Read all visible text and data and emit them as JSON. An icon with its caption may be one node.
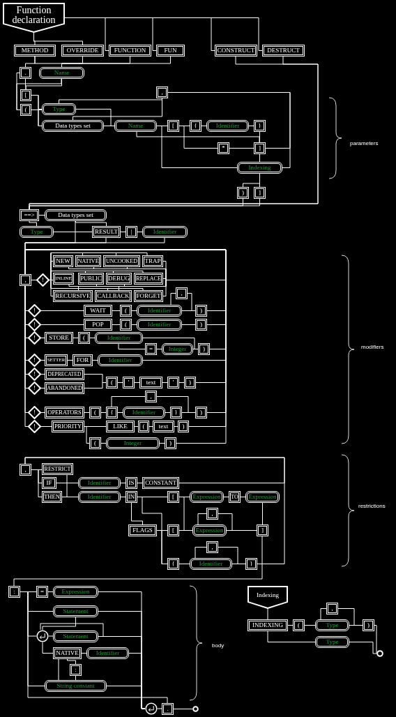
{
  "diagram": {
    "nodes": [
      {
        "text": [
          "Function declaration"
        ]
      },
      {
        "text": [
          "METHOD"
        ]
      },
      {
        "text": [
          "OVERRIDE"
        ]
      },
      {
        "text": [
          "FUNCTION"
        ]
      },
      {
        "text": [
          "FUN"
        ]
      },
      {
        "text": [
          "CONSTRUCT"
        ]
      },
      {
        "text": [
          "DESTRUCT"
        ]
      },
      {
        "text": [
          "."
        ]
      },
      {
        "text": [
          "Name"
        ]
      },
      {
        "text": [
          "["
        ]
      },
      {
        "text": [
          "("
        ]
      },
      {
        "text": [
          ","
        ]
      },
      {
        "text": [
          "Type"
        ]
      },
      {
        "text": [
          "Data types set"
        ]
      },
      {
        "text": [
          "Name"
        ]
      },
      {
        "text": [
          "["
        ]
      },
      {
        "text": [
          "{"
        ]
      },
      {
        "text": [
          "Identifier"
        ]
      },
      {
        "text": [
          "}"
        ]
      },
      {
        "text": [
          "*"
        ]
      },
      {
        "text": [
          "]"
        ]
      },
      {
        "text": [
          "Indexing"
        ]
      },
      {
        "text": [
          ")"
        ]
      },
      {
        "text": [
          "]"
        ]
      },
      {
        "text": [
          "==>"
        ]
      },
      {
        "text": [
          "Data types set"
        ]
      },
      {
        "text": [
          "Type"
        ]
      },
      {
        "text": [
          "RESULT"
        ]
      },
      {
        "text": [
          "|"
        ]
      },
      {
        "text": [
          "Identifier"
        ]
      },
      {
        "text": [
          ","
        ]
      },
      {
        "text": [
          "!"
        ]
      },
      {
        "text": [
          "NEW"
        ]
      },
      {
        "text": [
          "NATIVE"
        ]
      },
      {
        "text": [
          "UNCOOKED"
        ]
      },
      {
        "text": [
          "TRAP"
        ]
      },
      {
        "text": [
          "INLINE"
        ]
      },
      {
        "text": [
          "PUBLIC"
        ]
      },
      {
        "text": [
          "DEBUG"
        ]
      },
      {
        "text": [
          "REPLACE"
        ]
      },
      {
        "text": [
          "RECURSIVE"
        ]
      },
      {
        "text": [
          "CALLBACK"
        ]
      },
      {
        "text": [
          "FORGET"
        ]
      },
      {
        "text": [
          "!"
        ]
      },
      {
        "text": [
          "WAIT"
        ]
      },
      {
        "text": [
          "("
        ]
      },
      {
        "text": [
          "Identifier"
        ]
      },
      {
        "text": [
          ","
        ]
      },
      {
        "text": [
          ")"
        ]
      },
      {
        "text": [
          "!"
        ]
      },
      {
        "text": [
          "POP"
        ]
      },
      {
        "text": [
          "("
        ]
      },
      {
        "text": [
          "Identifier"
        ]
      },
      {
        "text": [
          ")"
        ]
      },
      {
        "text": [
          "!"
        ]
      },
      {
        "text": [
          "STORE"
        ]
      },
      {
        "text": [
          "("
        ]
      },
      {
        "text": [
          "Identifier"
        ]
      },
      {
        "text": [
          "="
        ]
      },
      {
        "text": [
          "Integer"
        ]
      },
      {
        "text": [
          ")"
        ]
      },
      {
        "text": [
          "!"
        ]
      },
      {
        "text": [
          "SETTER"
        ]
      },
      {
        "text": [
          "FOR"
        ]
      },
      {
        "text": [
          "Identifier"
        ]
      },
      {
        "text": [
          "!"
        ]
      },
      {
        "text": [
          "DEPRECATED"
        ]
      },
      {
        "text": [
          "!"
        ]
      },
      {
        "text": [
          "ABANDONED"
        ]
      },
      {
        "text": [
          "("
        ]
      },
      {
        "text": [
          "'"
        ]
      },
      {
        "text": [
          "text"
        ]
      },
      {
        "text": [
          "'"
        ]
      },
      {
        "text": [
          ")"
        ]
      },
      {
        "text": [
          "!"
        ]
      },
      {
        "text": [
          "OPERATORS"
        ]
      },
      {
        "text": [
          "("
        ]
      },
      {
        "text": [
          "{"
        ]
      },
      {
        "text": [
          "Identifier"
        ]
      },
      {
        "text": [
          "}"
        ]
      },
      {
        "text": [
          ","
        ]
      },
      {
        "text": [
          ")"
        ]
      },
      {
        "text": [
          "!"
        ]
      },
      {
        "text": [
          "PRIORITY"
        ]
      },
      {
        "text": [
          "LIKE"
        ]
      },
      {
        "text": [
          "("
        ]
      },
      {
        "text": [
          "text"
        ]
      },
      {
        "text": [
          ")"
        ]
      },
      {
        "text": [
          "("
        ]
      },
      {
        "text": [
          "Integer"
        ]
      },
      {
        "text": [
          ")"
        ]
      },
      {
        "text": [
          ","
        ]
      },
      {
        "text": [
          "RESTRICT"
        ]
      },
      {
        "text": [
          "IF"
        ]
      },
      {
        "text": [
          "THEN"
        ]
      },
      {
        "text": [
          "Identifier"
        ]
      },
      {
        "text": [
          "IS"
        ]
      },
      {
        "text": [
          "CONSTANT"
        ]
      },
      {
        "text": [
          "Identifier"
        ]
      },
      {
        "text": [
          "IN"
        ]
      },
      {
        "text": [
          "["
        ]
      },
      {
        "text": [
          "Expression"
        ]
      },
      {
        "text": [
          "TO"
        ]
      },
      {
        "text": [
          "Expression"
        ]
      },
      {
        "text": [
          ","
        ]
      },
      {
        "text": [
          "FLAGS"
        ]
      },
      {
        "text": [
          "["
        ]
      },
      {
        "text": [
          "Expression"
        ]
      },
      {
        "text": [
          "]"
        ]
      },
      {
        "text": [
          ","
        ]
      },
      {
        "text": [
          "{"
        ]
      },
      {
        "text": [
          "Identifier"
        ]
      },
      {
        "text": [
          "}"
        ]
      },
      {
        "text": [
          ":"
        ]
      },
      {
        "text": [
          "="
        ]
      },
      {
        "text": [
          "Expression"
        ]
      },
      {
        "text": [
          "Statement"
        ]
      },
      {
        "text": [],
        "shape": "circle"
      },
      {
        "text": [
          "Statement"
        ]
      },
      {
        "text": [
          "NATIVE"
        ]
      },
      {
        "text": [
          "Identifier"
        ]
      },
      {
        "text": [
          ":"
        ]
      },
      {
        "text": [
          "String constant"
        ]
      },
      {
        "text": [],
        "shape": "circle"
      },
      {
        "text": [
          "."
        ]
      },
      {
        "text": [],
        "shape": "circle"
      },
      {
        "text": [
          "Indexing"
        ]
      },
      {
        "text": [
          "INDEXING"
        ]
      },
      {
        "text": [
          "("
        ]
      },
      {
        "text": [
          ","
        ]
      },
      {
        "text": [
          "Type"
        ]
      },
      {
        "text": [
          ")"
        ]
      },
      {
        "text": [
          "Type"
        ]
      },
      {
        "text": [],
        "shape": "circle"
      }
    ],
    "edges": [
      {
        "from": 0,
        "to": 1,
        "arrow": "none"
      },
      {
        "from": 0,
        "to": 2,
        "arrow": "none"
      },
      {
        "from": 0,
        "to": 3,
        "arrow": "none"
      },
      {
        "from": 0,
        "to": 4,
        "arrow": "none"
      },
      {
        "from": 0,
        "to": 5,
        "arrow": "none"
      },
      {
        "from": 0,
        "to": 6,
        "arrow": "none"
      },
      {
        "from": 1,
        "to": 7,
        "arrow": "none"
      },
      {
        "from": 1,
        "to": 8,
        "arrow": "none"
      },
      {
        "from": 2,
        "to": 8,
        "arrow": "none"
      },
      {
        "from": 3,
        "to": 8,
        "arrow": "none"
      },
      {
        "from": 4,
        "to": 8,
        "arrow": "none"
      },
      {
        "from": 7,
        "to": 9,
        "arrow": "none"
      },
      {
        "from": 7,
        "to": 10,
        "arrow": "none"
      },
      {
        "from": 8,
        "to": 9,
        "arrow": "none"
      },
      {
        "from": 8,
        "to": 10,
        "arrow": "none"
      },
      {
        "from": 9,
        "to": 12,
        "arrow": "none"
      },
      {
        "from": 9,
        "to": 13,
        "arrow": "none"
      },
      {
        "from": 10,
        "to": 12,
        "arrow": "none"
      },
      {
        "from": 10,
        "to": 13,
        "arrow": "none"
      },
      {
        "from": 11,
        "to": 12,
        "arrow": "none"
      },
      {
        "from": 11,
        "to": 13,
        "arrow": "none"
      },
      {
        "from": 12,
        "to": 14,
        "arrow": "none"
      },
      {
        "from": 13,
        "to": 14,
        "arrow": "none"
      },
      {
        "from": 14,
        "to": 15,
        "arrow": "none"
      },
      {
        "from": 14,
        "to": 20,
        "arrow": "none"
      },
      {
        "from": 14,
        "to": 21,
        "arrow": "none"
      },
      {
        "from": 15,
        "to": 16,
        "arrow": "none"
      },
      {
        "from": 15,
        "to": 19,
        "arrow": "none"
      },
      {
        "from": 16,
        "to": 17,
        "arrow": "none"
      },
      {
        "from": 17,
        "to": 18,
        "arrow": "none"
      },
      {
        "from": 18,
        "to": 20,
        "arrow": "none"
      },
      {
        "from": 19,
        "to": 20,
        "arrow": "none"
      },
      {
        "from": 20,
        "to": 21,
        "arrow": "none"
      },
      {
        "from": 20,
        "to": 11,
        "arrow": "none"
      },
      {
        "from": 21,
        "to": 11,
        "arrow": "none"
      },
      {
        "from": 21,
        "to": 22,
        "arrow": "none"
      },
      {
        "from": 21,
        "to": 23,
        "arrow": "none"
      },
      {
        "from": 22,
        "to": 24,
        "arrow": "none"
      },
      {
        "from": 23,
        "to": 24,
        "arrow": "none"
      },
      {
        "from": 5,
        "to": 24,
        "arrow": "none"
      },
      {
        "from": 6,
        "to": 24,
        "arrow": "none"
      },
      {
        "from": 24,
        "to": 25,
        "arrow": "none"
      },
      {
        "from": 24,
        "to": 26,
        "arrow": "none"
      },
      {
        "from": 26,
        "to": 27,
        "arrow": "none"
      },
      {
        "from": 25,
        "to": 27,
        "arrow": "none"
      },
      {
        "from": 27,
        "to": 28,
        "arrow": "none"
      },
      {
        "from": 28,
        "to": 29,
        "arrow": "none"
      },
      {
        "from": 25,
        "to": 30,
        "arrow": "none"
      },
      {
        "from": 27,
        "to": 30,
        "arrow": "none"
      },
      {
        "from": 29,
        "to": 30,
        "arrow": "none"
      },
      {
        "from": 30,
        "to": 31,
        "arrow": "none"
      },
      {
        "from": 31,
        "to": 32,
        "arrow": "none"
      },
      {
        "from": 31,
        "to": 33,
        "arrow": "none"
      },
      {
        "from": 31,
        "to": 34,
        "arrow": "none"
      },
      {
        "from": 31,
        "to": 35,
        "arrow": "none"
      },
      {
        "from": 31,
        "to": 36,
        "arrow": "none"
      },
      {
        "from": 31,
        "to": 37,
        "arrow": "none"
      },
      {
        "from": 31,
        "to": 38,
        "arrow": "none"
      },
      {
        "from": 31,
        "to": 39,
        "arrow": "none"
      },
      {
        "from": 31,
        "to": 40,
        "arrow": "none"
      },
      {
        "from": 31,
        "to": 41,
        "arrow": "none"
      },
      {
        "from": 31,
        "to": 42,
        "arrow": "none"
      },
      {
        "from": 32,
        "to": 30,
        "arrow": "none"
      },
      {
        "from": 33,
        "to": 30,
        "arrow": "none"
      },
      {
        "from": 34,
        "to": 30,
        "arrow": "none"
      },
      {
        "from": 35,
        "to": 30,
        "arrow": "none"
      },
      {
        "from": 36,
        "to": 30,
        "arrow": "none"
      },
      {
        "from": 37,
        "to": 30,
        "arrow": "none"
      },
      {
        "from": 38,
        "to": 30,
        "arrow": "none"
      },
      {
        "from": 39,
        "to": 30,
        "arrow": "none"
      },
      {
        "from": 40,
        "to": 30,
        "arrow": "none"
      },
      {
        "from": 41,
        "to": 30,
        "arrow": "none"
      },
      {
        "from": 42,
        "to": 30,
        "arrow": "none"
      },
      {
        "from": 30,
        "to": 43,
        "arrow": "none"
      },
      {
        "from": 43,
        "to": 44,
        "arrow": "none"
      },
      {
        "from": 44,
        "to": 45,
        "arrow": "none"
      },
      {
        "from": 45,
        "to": 46,
        "arrow": "none"
      },
      {
        "from": 46,
        "to": 48,
        "arrow": "none"
      },
      {
        "from": 46,
        "to": 47,
        "arrow": "none"
      },
      {
        "from": 47,
        "to": 46,
        "arrow": "none"
      },
      {
        "from": 48,
        "to": 30,
        "arrow": "none"
      },
      {
        "from": 30,
        "to": 49,
        "arrow": "none"
      },
      {
        "from": 49,
        "to": 50,
        "arrow": "none"
      },
      {
        "from": 50,
        "to": 51,
        "arrow": "none"
      },
      {
        "from": 51,
        "to": 52,
        "arrow": "none"
      },
      {
        "from": 52,
        "to": 53,
        "arrow": "none"
      },
      {
        "from": 53,
        "to": 30,
        "arrow": "none"
      },
      {
        "from": 30,
        "to": 54,
        "arrow": "none"
      },
      {
        "from": 54,
        "to": 55,
        "arrow": "none"
      },
      {
        "from": 55,
        "to": 56,
        "arrow": "none"
      },
      {
        "from": 56,
        "to": 57,
        "arrow": "none"
      },
      {
        "from": 57,
        "to": 60,
        "arrow": "none"
      },
      {
        "from": 57,
        "to": 58,
        "arrow": "none"
      },
      {
        "from": 58,
        "to": 59,
        "arrow": "none"
      },
      {
        "from": 59,
        "to": 60,
        "arrow": "none"
      },
      {
        "from": 60,
        "to": 30,
        "arrow": "none"
      },
      {
        "from": 30,
        "to": 61,
        "arrow": "none"
      },
      {
        "from": 61,
        "to": 62,
        "arrow": "none"
      },
      {
        "from": 62,
        "to": 63,
        "arrow": "none"
      },
      {
        "from": 63,
        "to": 64,
        "arrow": "none"
      },
      {
        "from": 64,
        "to": 30,
        "arrow": "none"
      },
      {
        "from": 30,
        "to": 65,
        "arrow": "none"
      },
      {
        "from": 65,
        "to": 66,
        "arrow": "none"
      },
      {
        "from": 30,
        "to": 67,
        "arrow": "none"
      },
      {
        "from": 67,
        "to": 68,
        "arrow": "none"
      },
      {
        "from": 66,
        "to": 69,
        "arrow": "none"
      },
      {
        "from": 68,
        "to": 69,
        "arrow": "none"
      },
      {
        "from": 69,
        "to": 70,
        "arrow": "none"
      },
      {
        "from": 70,
        "to": 71,
        "arrow": "none"
      },
      {
        "from": 71,
        "to": 72,
        "arrow": "none"
      },
      {
        "from": 72,
        "to": 73,
        "arrow": "none"
      },
      {
        "from": 73,
        "to": 30,
        "arrow": "none"
      },
      {
        "from": 30,
        "to": 74,
        "arrow": "none"
      },
      {
        "from": 74,
        "to": 75,
        "arrow": "none"
      },
      {
        "from": 75,
        "to": 76,
        "arrow": "none"
      },
      {
        "from": 76,
        "to": 77,
        "arrow": "none"
      },
      {
        "from": 77,
        "to": 78,
        "arrow": "none"
      },
      {
        "from": 78,
        "to": 79,
        "arrow": "none"
      },
      {
        "from": 79,
        "to": 80,
        "arrow": "none"
      },
      {
        "from": 80,
        "to": 77,
        "arrow": "none"
      },
      {
        "from": 79,
        "to": 81,
        "arrow": "none"
      },
      {
        "from": 81,
        "to": 30,
        "arrow": "none"
      },
      {
        "from": 30,
        "to": 82,
        "arrow": "none"
      },
      {
        "from": 82,
        "to": 83,
        "arrow": "none"
      },
      {
        "from": 83,
        "to": 84,
        "arrow": "none"
      },
      {
        "from": 84,
        "to": 85,
        "arrow": "none"
      },
      {
        "from": 85,
        "to": 86,
        "arrow": "none"
      },
      {
        "from": 86,
        "to": 87,
        "arrow": "none"
      },
      {
        "from": 87,
        "to": 30,
        "arrow": "none"
      },
      {
        "from": 83,
        "to": 88,
        "arrow": "none"
      },
      {
        "from": 88,
        "to": 89,
        "arrow": "none"
      },
      {
        "from": 89,
        "to": 90,
        "arrow": "none"
      },
      {
        "from": 90,
        "to": 30,
        "arrow": "none"
      },
      {
        "from": 91,
        "to": 92,
        "arrow": "none"
      },
      {
        "from": 91,
        "to": 93,
        "arrow": "none"
      },
      {
        "from": 91,
        "to": 94,
        "arrow": "none"
      },
      {
        "from": 92,
        "to": 98,
        "arrow": "none"
      },
      {
        "from": 93,
        "to": 95,
        "arrow": "none"
      },
      {
        "from": 94,
        "to": 98,
        "arrow": "none"
      },
      {
        "from": 95,
        "to": 96,
        "arrow": "none"
      },
      {
        "from": 96,
        "to": 97,
        "arrow": "none"
      },
      {
        "from": 98,
        "to": 99,
        "arrow": "none"
      },
      {
        "from": 99,
        "to": 100,
        "arrow": "none"
      },
      {
        "from": 99,
        "to": 105,
        "arrow": "none"
      },
      {
        "from": 99,
        "to": 110,
        "arrow": "none"
      },
      {
        "from": 105,
        "to": 106,
        "arrow": "none"
      },
      {
        "from": 105,
        "to": 110,
        "arrow": "none"
      },
      {
        "from": 100,
        "to": 101,
        "arrow": "none"
      },
      {
        "from": 100,
        "to": 107,
        "arrow": "none"
      },
      {
        "from": 101,
        "to": 102,
        "arrow": "none"
      },
      {
        "from": 102,
        "to": 103,
        "arrow": "none"
      },
      {
        "from": 103,
        "to": 108,
        "arrow": "none"
      },
      {
        "from": 106,
        "to": 107,
        "arrow": "none"
      },
      {
        "from": 107,
        "to": 104,
        "arrow": "none"
      },
      {
        "from": 104,
        "to": 107,
        "arrow": "none"
      },
      {
        "from": 107,
        "to": 108,
        "arrow": "none"
      },
      {
        "from": 110,
        "to": 111,
        "arrow": "none"
      },
      {
        "from": 111,
        "to": 109,
        "arrow": "none"
      },
      {
        "from": 109,
        "to": 111,
        "arrow": "none"
      },
      {
        "from": 111,
        "to": 112,
        "arrow": "none"
      },
      {
        "from": 97,
        "to": 91,
        "arrow": "none"
      },
      {
        "from": 112,
        "to": 91,
        "arrow": "none"
      },
      {
        "from": 108,
        "to": 113,
        "arrow": "none"
      },
      {
        "from": 113,
        "to": 114,
        "arrow": "none"
      },
      {
        "from": 114,
        "to": 115,
        "arrow": "none"
      },
      {
        "from": 113,
        "to": 116,
        "arrow": "none"
      },
      {
        "from": 113,
        "to": 117,
        "arrow": "none"
      },
      {
        "from": 113,
        "to": 122,
        "arrow": "none"
      },
      {
        "from": 113,
        "to": 124,
        "arrow": "none"
      },
      {
        "from": 115,
        "to": 123,
        "arrow": "none"
      },
      {
        "from": 116,
        "to": 123,
        "arrow": "none"
      },
      {
        "from": 116,
        "to": 117,
        "arrow": "none"
      },
      {
        "from": 117,
        "to": 118,
        "arrow": "none"
      },
      {
        "from": 118,
        "to": 117,
        "arrow": "none"
      },
      {
        "from": 118,
        "to": 123,
        "arrow": "none"
      },
      {
        "from": 117,
        "to": 119,
        "arrow": "none"
      },
      {
        "from": 119,
        "to": 120,
        "arrow": "none"
      },
      {
        "from": 119,
        "to": 121,
        "arrow": "none"
      },
      {
        "from": 119,
        "to": 122,
        "arrow": "none"
      },
      {
        "from": 121,
        "to": 122,
        "arrow": "none"
      },
      {
        "from": 120,
        "to": 123,
        "arrow": "none"
      },
      {
        "from": 122,
        "to": 123,
        "arrow": "none"
      },
      {
        "from": 123,
        "to": 124,
        "arrow": "none"
      },
      {
        "from": 124,
        "to": 125,
        "arrow": "none"
      },
      {
        "from": 126,
        "to": 127,
        "arrow": "none"
      },
      {
        "from": 127,
        "to": 128,
        "arrow": "none"
      },
      {
        "from": 127,
        "to": 132,
        "arrow": "none"
      },
      {
        "from": 128,
        "to": 130,
        "arrow": "none"
      },
      {
        "from": 130,
        "to": 129,
        "arrow": "none"
      },
      {
        "from": 129,
        "to": 130,
        "arrow": "none"
      },
      {
        "from": 130,
        "to": 131,
        "arrow": "none"
      },
      {
        "from": 131,
        "to": 133,
        "arrow": "none"
      },
      {
        "from": 132,
        "to": 133,
        "arrow": "none"
      }
    ],
    "labels": [
      "parameters",
      "modifiers",
      "restrictions",
      "body"
    ]
  }
}
